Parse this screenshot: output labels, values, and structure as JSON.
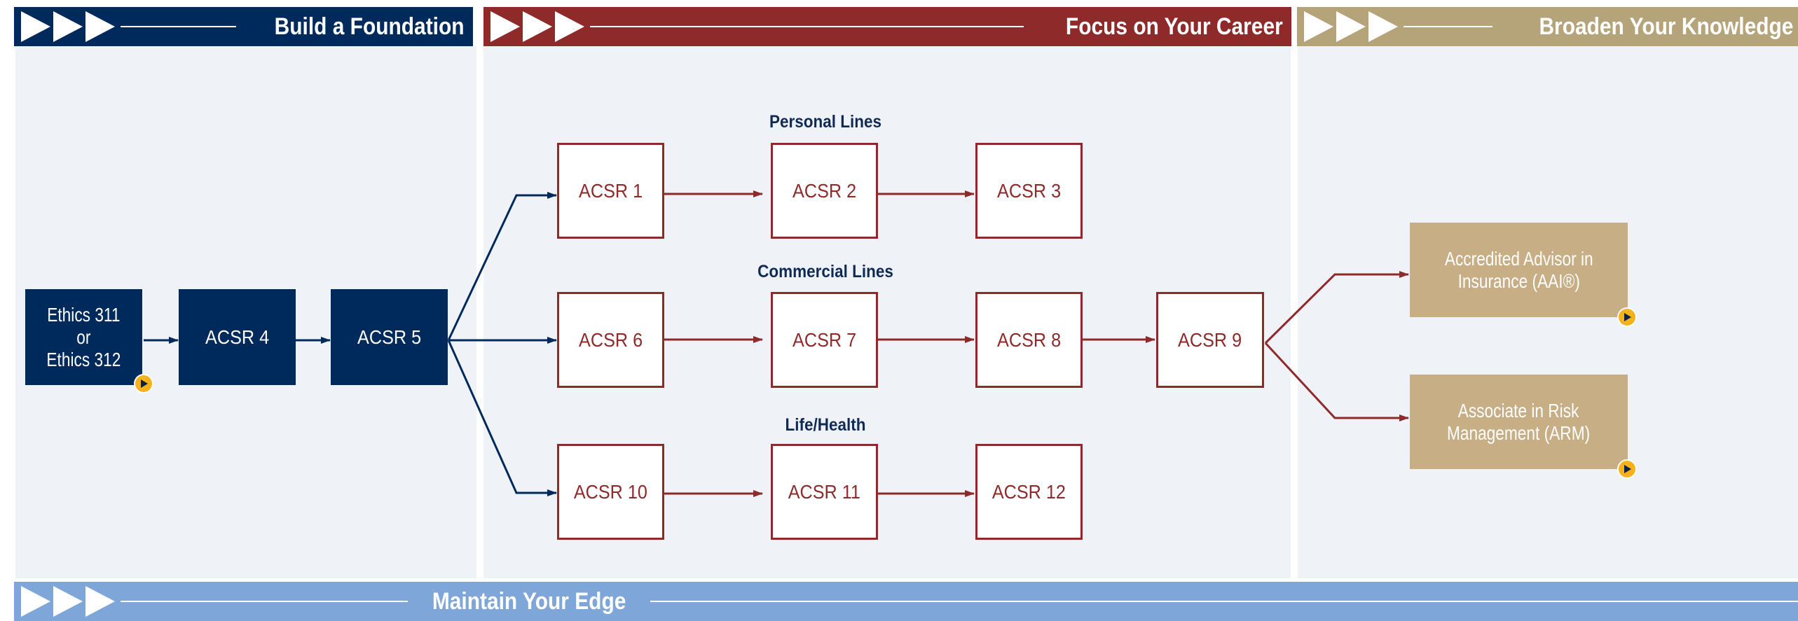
{
  "banners": {
    "foundation": "Build a Foundation",
    "career": "Focus on Your Career",
    "knowledge": "Broaden Your Knowledge",
    "edge": "Maintain Your Edge"
  },
  "colors": {
    "foundation": "#012a5c",
    "career": "#8f2a2a",
    "knowledge": "#b5a37a",
    "edge": "#7fa6d8",
    "panel": "#eff3f8",
    "tan_box": "#c8ae85"
  },
  "tracks": {
    "personal": "Personal Lines",
    "commercial": "Commercial Lines",
    "life": "Life/Health"
  },
  "courses": {
    "ethics_line1": "Ethics 311",
    "ethics_line2": "or",
    "ethics_line3": "Ethics 312",
    "acsr4": "ACSR 4",
    "acsr5": "ACSR 5",
    "acsr1": "ACSR 1",
    "acsr2": "ACSR 2",
    "acsr3": "ACSR 3",
    "acsr6": "ACSR 6",
    "acsr7": "ACSR 7",
    "acsr8": "ACSR 8",
    "acsr9": "ACSR 9",
    "acsr10": "ACSR 10",
    "acsr11": "ACSR 11",
    "acsr12": "ACSR 12",
    "aai_line1": "Accredited Advisor in",
    "aai_line2": "Insurance (AAI®)",
    "arm_line1": "Associate in Risk",
    "arm_line2": "Management (ARM)"
  },
  "icons": [
    "chevron-right-icon",
    "play-icon"
  ]
}
